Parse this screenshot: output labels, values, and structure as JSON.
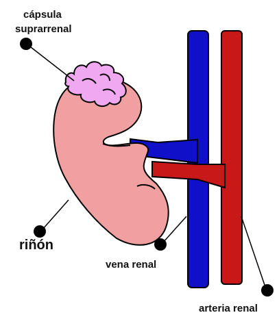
{
  "labels": {
    "adrenal_line1": "cápsula",
    "adrenal_line2": "suprarrenal",
    "kidney": "riñón",
    "renal_vein": "vena renal",
    "renal_artery": "arteria renal"
  },
  "colors": {
    "kidney": "#f0a0a0",
    "kidney_outline": "#000000",
    "adrenal": "#f0a8f0",
    "vein": "#1010c8",
    "artery": "#c81818",
    "dots": "#000000"
  }
}
